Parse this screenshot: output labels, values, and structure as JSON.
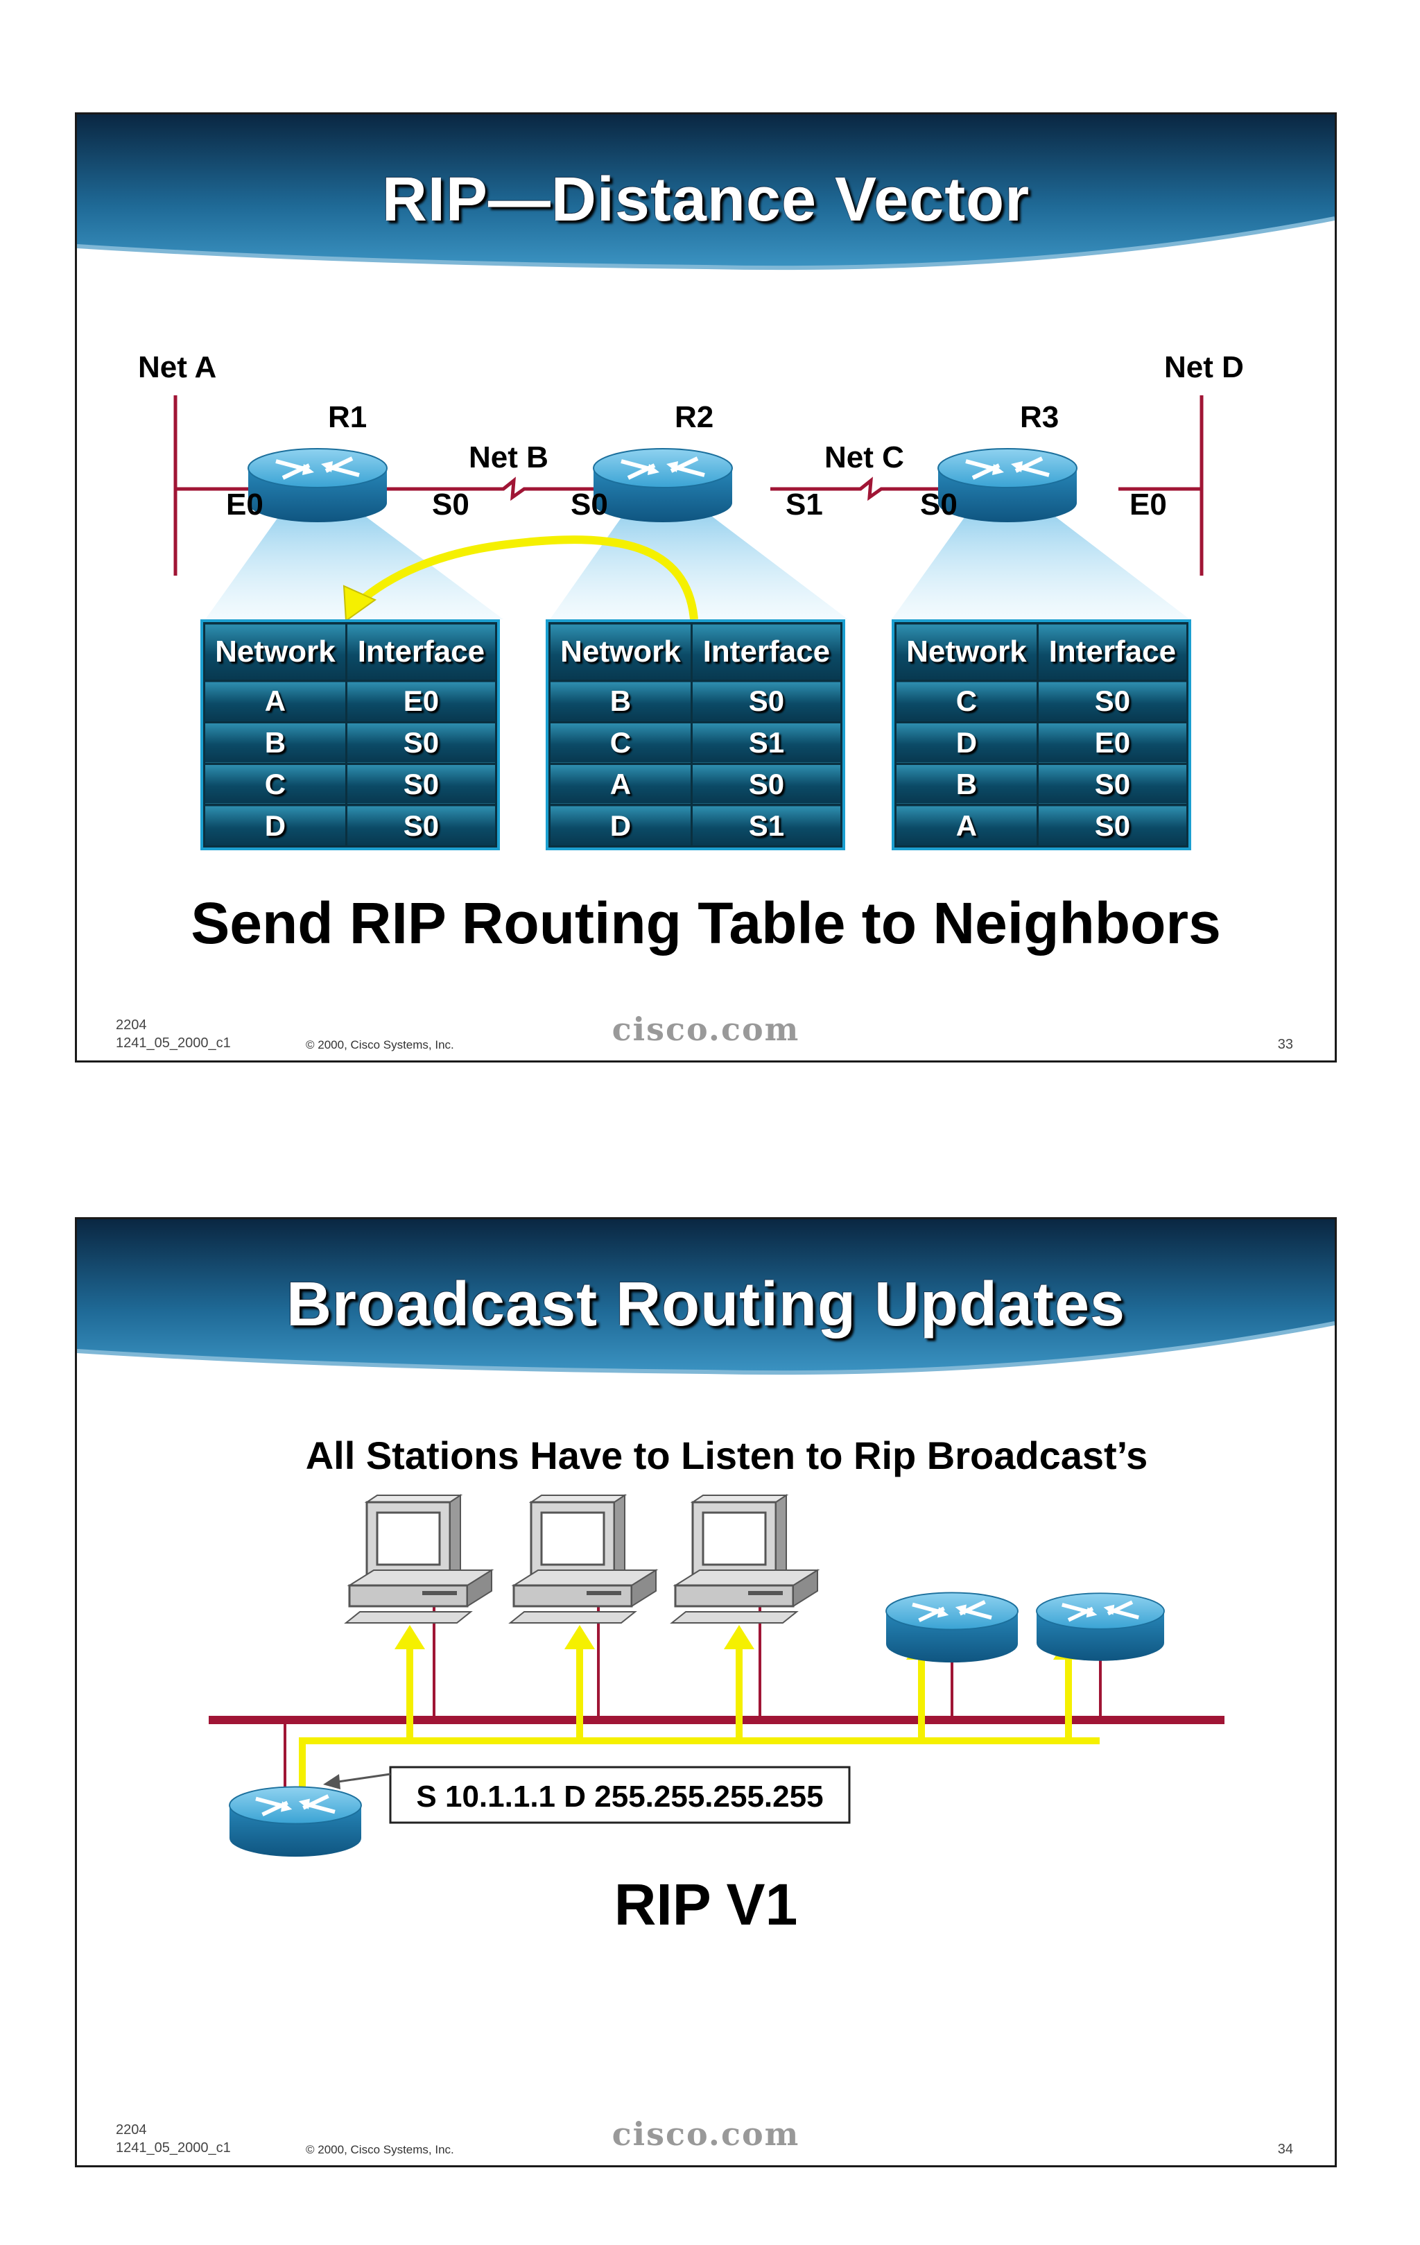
{
  "slides": [
    {
      "title": "RIP—Distance Vector",
      "labels": {
        "net_a": "Net A",
        "net_d": "Net D",
        "net_b": "Net B",
        "net_c": "Net C",
        "r1": "R1",
        "r2": "R2",
        "r3": "R3",
        "r1_e0": "E0",
        "r1_s0": "S0",
        "r2_s0": "S0",
        "r2_s1": "S1",
        "r3_s0": "S0",
        "r3_e0": "E0"
      },
      "tables": [
        {
          "headers": [
            "Network",
            "Interface"
          ],
          "rows": [
            [
              "A",
              "E0"
            ],
            [
              "B",
              "S0"
            ],
            [
              "C",
              "S0"
            ],
            [
              "D",
              "S0"
            ]
          ]
        },
        {
          "headers": [
            "Network",
            "Interface"
          ],
          "rows": [
            [
              "B",
              "S0"
            ],
            [
              "C",
              "S1"
            ],
            [
              "A",
              "S0"
            ],
            [
              "D",
              "S1"
            ]
          ]
        },
        {
          "headers": [
            "Network",
            "Interface"
          ],
          "rows": [
            [
              "C",
              "S0"
            ],
            [
              "D",
              "E0"
            ],
            [
              "B",
              "S0"
            ],
            [
              "A",
              "S0"
            ]
          ]
        }
      ],
      "caption": "Send RIP Routing Table to Neighbors",
      "footer": {
        "code_line1": "2204",
        "code_line2": "1241_05_2000_c1",
        "copyright": "© 2000, Cisco Systems, Inc.",
        "logo": "cisco.com",
        "page": "33"
      }
    },
    {
      "title": "Broadcast Routing Updates",
      "subtitle": "All Stations Have to Listen to Rip Broadcast’s",
      "packet_label": "S 10.1.1.1  D 255.255.255.255",
      "caption": "RIP V1",
      "footer": {
        "code_line1": "2204",
        "code_line2": "1241_05_2000_c1",
        "copyright": "© 2000, Cisco Systems, Inc.",
        "logo": "cisco.com",
        "page": "34"
      }
    }
  ],
  "colors": {
    "banner_dark": "#0b2f4e",
    "banner_light": "#2a7fae",
    "router": "#2f9bcf",
    "link_red": "#a01535",
    "arrow_yellow": "#f5f000",
    "table_border": "#1c9fd0"
  }
}
